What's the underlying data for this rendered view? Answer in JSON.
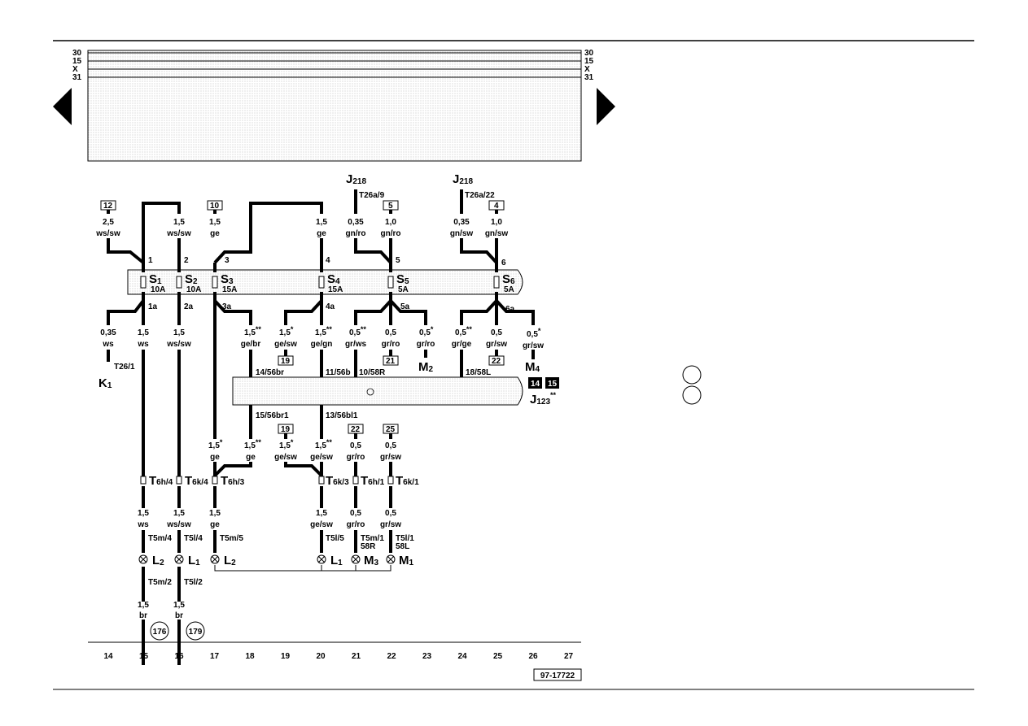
{
  "rails": {
    "r30": "30",
    "r15": "15",
    "rX": "X",
    "r31": "31"
  },
  "nav": {
    "prev_icon": "triangle-left-icon",
    "next_icon": "triangle-right-icon"
  },
  "fuses": {
    "s1": {
      "name": "S",
      "sub": "1",
      "rating": "10A"
    },
    "s2": {
      "name": "S",
      "sub": "2",
      "rating": "10A"
    },
    "s3": {
      "name": "S",
      "sub": "3",
      "rating": "15A"
    },
    "s4": {
      "name": "S",
      "sub": "4",
      "rating": "15A"
    },
    "s5": {
      "name": "S",
      "sub": "5",
      "rating": "5A"
    },
    "s6": {
      "name": "S",
      "sub": "6",
      "rating": "5A"
    }
  },
  "fuse_pins": {
    "p1": "1",
    "p2": "2",
    "p3": "3",
    "p4": "4",
    "p5": "5",
    "p6": "6",
    "p1a": "1a",
    "p2a": "2a",
    "p3a": "3a",
    "p4a": "4a",
    "p5a": "5a",
    "p6a": "6a"
  },
  "top_refs": {
    "r12": "12",
    "r10": "10",
    "r5": "5",
    "r4": "4"
  },
  "relays": {
    "j218a": "J",
    "j218a_sub": "218",
    "j218a_pin": "T26a/9",
    "j218b": "J",
    "j218b_sub": "218",
    "j218b_pin": "T26a/22"
  },
  "top_wires": {
    "w15_size": "2,5",
    "w15_color": "ws/sw",
    "w16_size": "1,5",
    "w16_color": "ws/sw",
    "w17_size": "1,5",
    "w17_color": "ge",
    "w20_size": "1,5",
    "w20_color": "ge",
    "w21_size": "0,35",
    "w21_color": "gn/ro",
    "w22_size": "1,0",
    "w22_color": "gn/ro",
    "w24_size": "0,35",
    "w24_color": "gn/sw",
    "w25_size": "1,0",
    "w25_color": "gn/sw"
  },
  "mid_wires": {
    "a_size": "0,35",
    "a_color": "ws",
    "b_size": "1,5",
    "b_color": "ws",
    "c_size": "1,5",
    "c_color": "ws/sw",
    "d_size": "1,5",
    "d_color": "ge/br",
    "e_size": "1,5",
    "e_color": "ge/sw",
    "f_size": "1,5",
    "f_color": "ge/gn",
    "g_size": "0,5",
    "g_color": "gr/ws",
    "h_size": "0,5",
    "h_color": "gr/ro",
    "i_size": "0,5",
    "i_color": "gr/ro",
    "j_size": "0,5",
    "j_color": "gr/ge",
    "k_size": "0,5",
    "k_color": "gr/sw",
    "l_size": "0,5",
    "l_color": "gr/sw"
  },
  "marks": {
    "star": "*",
    "star2": "**"
  },
  "mid_refs": {
    "r19a": "19",
    "r21": "21",
    "r22a": "22",
    "r19b": "19",
    "r22b": "22",
    "r25": "25"
  },
  "components": {
    "k1": "K",
    "k1_sub": "1",
    "k1_pin": "T26/1",
    "m2": "M",
    "m2_sub": "2",
    "m4": "M",
    "m4_sub": "4",
    "j123": "J",
    "j123_sub": "123",
    "badge14": "14",
    "badge15": "15"
  },
  "module_pins": {
    "p14_56br": "14/56br",
    "p11_56b": "11/56b",
    "p10_58r": "10/58R",
    "p18_58l": "18/58L",
    "p15_56br1": "15/56br1",
    "p13_56bl1": "13/56bl1"
  },
  "lower_wires": {
    "a_size": "1,5",
    "a_color": "ge",
    "b_size": "1,5",
    "b_color": "ge",
    "c_size": "1,5",
    "c_color": "ge/sw",
    "d_size": "1,5",
    "d_color": "ge/sw",
    "e_size": "0,5",
    "e_color": "gr/ro",
    "f_size": "0,5",
    "f_color": "gr/sw"
  },
  "connectors": {
    "t6h4": "T",
    "t6h4_sub": "6h/4",
    "t6k4": "T",
    "t6k4_sub": "6k/4",
    "t6h3": "T",
    "t6h3_sub": "6h/3",
    "t6k3": "T",
    "t6k3_sub": "6k/3",
    "t6h1": "T",
    "t6h1_sub": "6h/1",
    "t6k1": "T",
    "t6k1_sub": "6k/1"
  },
  "bottom_wires": {
    "a_size": "1,5",
    "a_color": "ws",
    "b_size": "1,5",
    "b_color": "ws/sw",
    "c_size": "1,5",
    "c_color": "ge",
    "d_size": "1,5",
    "d_color": "ge/sw",
    "e_size": "0,5",
    "e_color": "gr/ro",
    "f_size": "0,5",
    "f_color": "gr/sw",
    "g_size": "1,5",
    "g_color": "br",
    "h_size": "1,5",
    "h_color": "br"
  },
  "bulb_pins": {
    "t5m4": "T5m/4",
    "t5l4": "T5l/4",
    "t5m5": "T5m/5",
    "t5l5": "T5l/5",
    "t5m1": "T5m/1",
    "t5m1b": "58R",
    "t5l1": "T5l/1",
    "t5l1b": "58L",
    "t5m2": "T5m/2",
    "t5l2": "T5l/2"
  },
  "lamps": {
    "l2a": "L",
    "l2a_sub": "2",
    "l1a": "L",
    "l1a_sub": "1",
    "l2b": "L",
    "l2b_sub": "2",
    "l1b": "L",
    "l1b_sub": "1",
    "m3": "M",
    "m3_sub": "3",
    "m1": "M",
    "m1_sub": "1"
  },
  "ground_refs": {
    "g176": "176",
    "g179": "179"
  },
  "tracks": [
    "14",
    "15",
    "16",
    "17",
    "18",
    "19",
    "20",
    "21",
    "22",
    "23",
    "24",
    "25",
    "26",
    "27"
  ],
  "diagram_code": "97-17722"
}
